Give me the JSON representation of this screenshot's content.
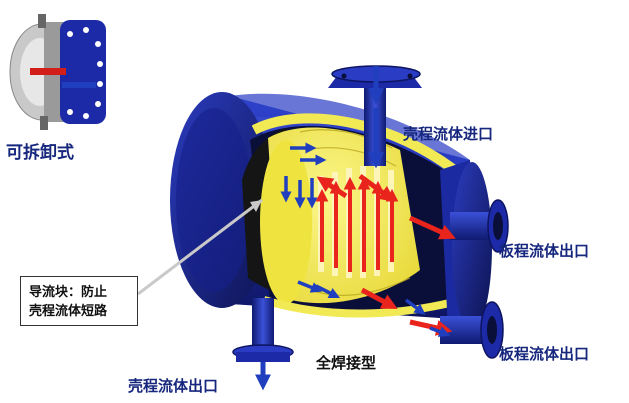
{
  "labels": {
    "removable_type": "可拆卸式",
    "shell_fluid_inlet": "壳程流体进口",
    "plate_fluid_outlet_1": "板程流体出口",
    "plate_fluid_outlet_2": "板程流体出口",
    "shell_fluid_outlet": "壳程流体出口",
    "fully_welded_type": "全焊接型",
    "baffle_line1": "导流块：防止",
    "baffle_line2": "壳程流体短路"
  },
  "colors": {
    "shell_blue": "#1a2ba0",
    "plate_yellow": "#f5f04a",
    "flow_red": "#e8241c",
    "flow_blue": "#1f3fbf",
    "label_navy": "#16277d"
  }
}
